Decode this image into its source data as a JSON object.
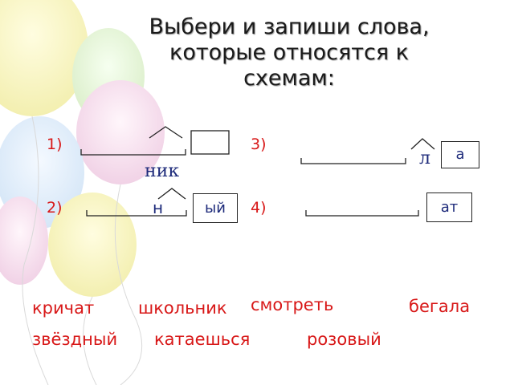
{
  "slide": {
    "title_line1": "Выбери и запиши слова,",
    "title_line2": "которые относятся к",
    "title_line3": "схемам:",
    "numbers": [
      "1)",
      "2)",
      "3)",
      "4)"
    ],
    "schemes": {
      "s1_suffix": "ник",
      "s2_suffix": "н",
      "s2_ending": "ый",
      "s3_suffix": "л",
      "s3_ending": "а",
      "s4_ending": "ат"
    },
    "words": [
      "кричат",
      "школьник",
      "смотреть",
      "бегала",
      "звёздный",
      "катаешься",
      "розовый"
    ]
  }
}
